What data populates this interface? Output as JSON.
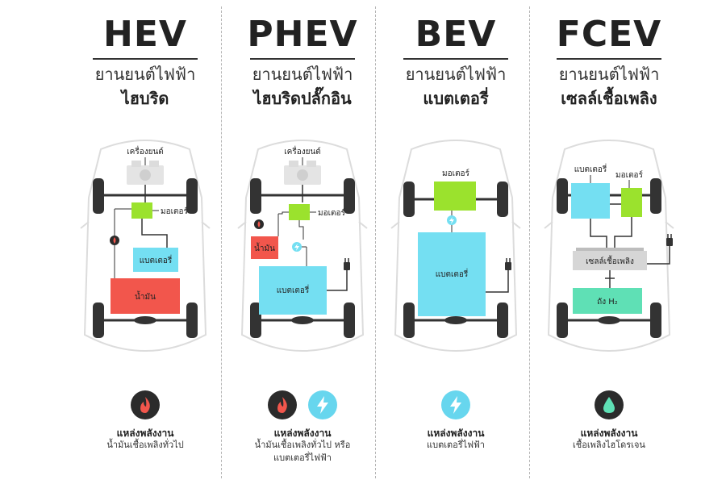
{
  "columns": [
    {
      "title": "HEV",
      "subtitle_line1": "ยานยนต์ไฟฟ้า",
      "subtitle_line2": "ไฮบริด",
      "labels": {
        "engine": "เครื่องยนต์",
        "motor": "มอเตอร์",
        "battery": "แบตเตอรี่",
        "fuel": "น้ำมัน"
      },
      "energy_title": "แหล่งพลังงาน",
      "energy_desc_line1": "น้ำมันเชื้อเพลิงทั่วไป",
      "energy_desc_line2": "",
      "energy_icons": [
        "fire-icon"
      ]
    },
    {
      "title": "PHEV",
      "subtitle_line1": "ยานยนต์ไฟฟ้า",
      "subtitle_line2": "ไฮบริดปลั๊กอิน",
      "labels": {
        "engine": "เครื่องยนต์",
        "motor": "มอเตอร์",
        "battery": "แบตเตอรี่",
        "fuel": "น้ำมัน"
      },
      "energy_title": "แหล่งพลังงาน",
      "energy_desc_line1": "น้ำมันเชื้อเพลิงทั่วไป หรือ",
      "energy_desc_line2": "แบตเตอรี่ไฟฟ้า",
      "energy_icons": [
        "fire-icon",
        "lightning-icon"
      ]
    },
    {
      "title": "BEV",
      "subtitle_line1": "ยานยนต์ไฟฟ้า",
      "subtitle_line2": "แบตเตอรี่",
      "labels": {
        "motor": "มอเตอร์",
        "battery": "แบตเตอรี่"
      },
      "energy_title": "แหล่งพลังงาน",
      "energy_desc_line1": "แบตเตอรี่ไฟฟ้า",
      "energy_desc_line2": "",
      "energy_icons": [
        "lightning-icon"
      ]
    },
    {
      "title": "FCEV",
      "subtitle_line1": "ยานยนต์ไฟฟ้า",
      "subtitle_line2": "เซลล์เชื้อเพลิง",
      "labels": {
        "battery": "แบตเตอรี่",
        "motor": "มอเตอร์",
        "fuel_cell": "เซลล์เชื้อเพลิง",
        "tank": "ถัง H₂"
      },
      "energy_title": "แหล่งพลังงาน",
      "energy_desc_line1": "เชื้อเพลิงไฮโดรเจน",
      "energy_desc_line2": "",
      "energy_icons": [
        "water-drop-icon"
      ]
    }
  ],
  "colors": {
    "motor_green": "#9be22d",
    "battery_blue": "#74dff2",
    "fuel_red": "#f2564c",
    "tank_teal": "#5fe0b5",
    "fuel_cell_gray": "#d6d6d6",
    "wheel_dark": "#333333",
    "car_outline": "#d9d9d9"
  }
}
